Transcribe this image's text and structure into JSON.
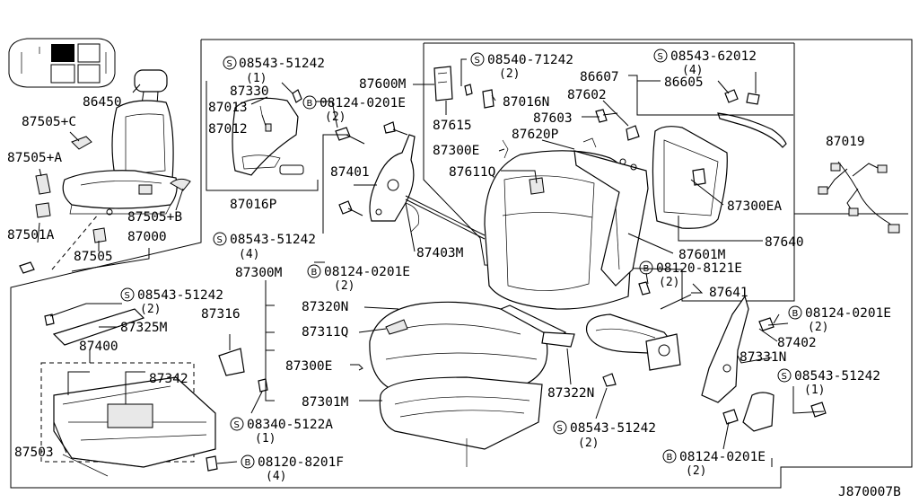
{
  "diagram": {
    "reference_code": "J870007B",
    "labels": [
      {
        "id": "86450",
        "text": "86450",
        "qty": ""
      },
      {
        "id": "87505c",
        "text": "87505+C",
        "qty": ""
      },
      {
        "id": "87505a",
        "text": "87505+A",
        "qty": ""
      },
      {
        "id": "87505b",
        "text": "87505+B",
        "qty": ""
      },
      {
        "id": "87501a",
        "text": "87501A",
        "qty": ""
      },
      {
        "id": "87000",
        "text": "87000",
        "qty": ""
      },
      {
        "id": "87505",
        "text": "87505",
        "qty": ""
      },
      {
        "id": "s08543-51242a",
        "text": "08543-51242",
        "qty": "(1)",
        "sym": "S"
      },
      {
        "id": "87330",
        "text": "87330",
        "qty": ""
      },
      {
        "id": "87013",
        "text": "87013",
        "qty": ""
      },
      {
        "id": "87012",
        "text": "87012",
        "qty": ""
      },
      {
        "id": "87016p",
        "text": "87016P",
        "qty": ""
      },
      {
        "id": "b08124-0201e-a",
        "text": "08124-0201E",
        "qty": "(2)",
        "sym": "B"
      },
      {
        "id": "87600m",
        "text": "87600M",
        "qty": ""
      },
      {
        "id": "s08540-71242",
        "text": "08540-71242",
        "qty": "(2)",
        "sym": "S"
      },
      {
        "id": "87615",
        "text": "87615",
        "qty": ""
      },
      {
        "id": "87016n",
        "text": "87016N",
        "qty": ""
      },
      {
        "id": "87602",
        "text": "87602",
        "qty": ""
      },
      {
        "id": "87603",
        "text": "87603",
        "qty": ""
      },
      {
        "id": "87300e-a",
        "text": "87300E",
        "qty": ""
      },
      {
        "id": "87620p",
        "text": "87620P",
        "qty": ""
      },
      {
        "id": "87401",
        "text": "87401",
        "qty": ""
      },
      {
        "id": "87611q",
        "text": "87611Q",
        "qty": ""
      },
      {
        "id": "s08543-62012",
        "text": "08543-62012",
        "qty": "(4)",
        "sym": "S"
      },
      {
        "id": "86607",
        "text": "86607",
        "qty": ""
      },
      {
        "id": "86605",
        "text": "86605",
        "qty": ""
      },
      {
        "id": "87019",
        "text": "87019",
        "qty": ""
      },
      {
        "id": "87300ea",
        "text": "87300EA",
        "qty": ""
      },
      {
        "id": "87640",
        "text": "87640",
        "qty": ""
      },
      {
        "id": "87601m",
        "text": "87601M",
        "qty": ""
      },
      {
        "id": "87403m",
        "text": "87403M",
        "qty": ""
      },
      {
        "id": "s08543-51242b",
        "text": "08543-51242",
        "qty": "(4)",
        "sym": "S"
      },
      {
        "id": "b08120-8121e",
        "text": "08120-8121E",
        "qty": "(2)",
        "sym": "B"
      },
      {
        "id": "87641",
        "text": "87641",
        "qty": ""
      },
      {
        "id": "87300m",
        "text": "87300M",
        "qty": ""
      },
      {
        "id": "b08124-0201e-b",
        "text": "08124-0201E",
        "qty": "(2)",
        "sym": "B"
      },
      {
        "id": "s08543-51242c",
        "text": "08543-51242",
        "qty": "(2)",
        "sym": "S"
      },
      {
        "id": "87325m",
        "text": "87325M",
        "qty": ""
      },
      {
        "id": "87316",
        "text": "87316",
        "qty": ""
      },
      {
        "id": "87320n",
        "text": "87320N",
        "qty": ""
      },
      {
        "id": "87311q",
        "text": "87311Q",
        "qty": ""
      },
      {
        "id": "87300e-b",
        "text": "87300E",
        "qty": ""
      },
      {
        "id": "87301m",
        "text": "87301M",
        "qty": ""
      },
      {
        "id": "87400",
        "text": "87400",
        "qty": ""
      },
      {
        "id": "87342",
        "text": "87342",
        "qty": ""
      },
      {
        "id": "87503",
        "text": "87503",
        "qty": ""
      },
      {
        "id": "s08340-5122a",
        "text": "08340-5122A",
        "qty": "(1)",
        "sym": "S"
      },
      {
        "id": "b08120-8201f",
        "text": "08120-8201F",
        "qty": "(4)",
        "sym": "B"
      },
      {
        "id": "87322n",
        "text": "87322N",
        "qty": ""
      },
      {
        "id": "s08543-51242d",
        "text": "08543-51242",
        "qty": "(2)",
        "sym": "S"
      },
      {
        "id": "b08124-0201e-c",
        "text": "08124-0201E",
        "qty": "(2)",
        "sym": "B"
      },
      {
        "id": "87402",
        "text": "87402",
        "qty": ""
      },
      {
        "id": "87331n",
        "text": "87331N",
        "qty": ""
      },
      {
        "id": "s08543-51242e",
        "text": "08543-51242",
        "qty": "(1)",
        "sym": "S"
      },
      {
        "id": "b08124-0201e-d",
        "text": "08124-0201E",
        "qty": "(2)",
        "sym": "B"
      }
    ]
  }
}
